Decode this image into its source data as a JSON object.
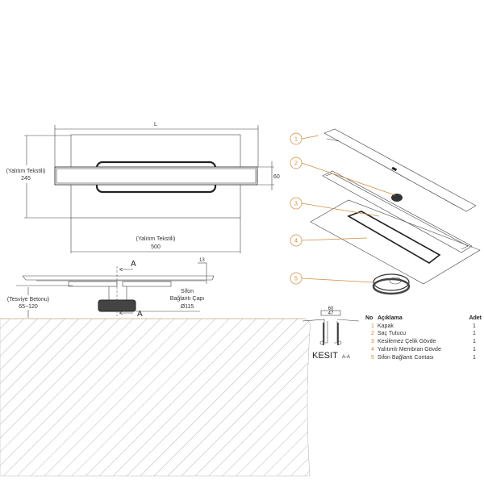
{
  "top_view": {
    "length_label": "L",
    "width_label_line1": "(Yalıtım Tekstili)",
    "width_label_line2": "245",
    "channel_width": "60",
    "bottom_label_line1": "(Yalıtım Tekstili)",
    "bottom_label_line2": "500"
  },
  "side_view": {
    "section_mark_top": "A",
    "section_mark_bottom": "A",
    "edge_dim": "13",
    "screed_line1": "(Tesviye Betonu)",
    "screed_line2": "65~120",
    "siphon_line1": "Sifon",
    "siphon_line2": "Bağlantı Çapı",
    "siphon_line3": "Ø115"
  },
  "section": {
    "outer_width": "60",
    "inner_width": "47",
    "title": "KESIT",
    "subtitle": "A-A"
  },
  "parts_table": {
    "headers": {
      "no": "No",
      "description": "Açıklama",
      "qty": "Adet"
    },
    "rows": [
      {
        "no": "1",
        "description": "Kapak",
        "qty": "1"
      },
      {
        "no": "2",
        "description": "Saç Tutucu",
        "qty": "1"
      },
      {
        "no": "3",
        "description": "Kesilemez Çelik Gövde",
        "qty": "1"
      },
      {
        "no": "4",
        "description": "Yalıtımlı Membran Gövde",
        "qty": "1"
      },
      {
        "no": "5",
        "description": "Sifon Bağlantı Contası",
        "qty": "1"
      }
    ]
  },
  "exploded_view": {
    "callouts": [
      "1",
      "2",
      "3",
      "4",
      "5"
    ]
  },
  "colors": {
    "accent": "#d08a3c",
    "line": "#444444"
  }
}
